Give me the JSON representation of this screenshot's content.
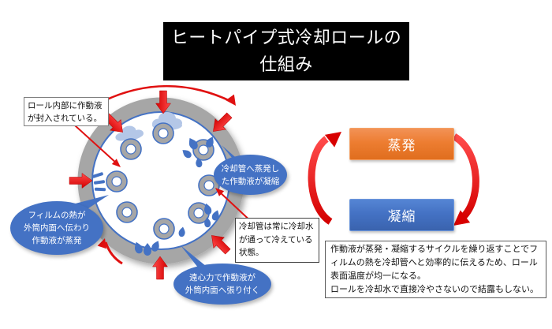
{
  "slide": {
    "title_lines": [
      "ヒートパイプ式冷却ロールの",
      "仕組み"
    ]
  },
  "roll_diagram": {
    "sealed_note_lines": [
      "ロール内部に作動液",
      "が封入されている。"
    ],
    "condense_bubble_lines": [
      "冷却管へ蒸発し",
      "た作動液が凝縮"
    ],
    "film_bubble_lines": [
      "フィルムの熱が",
      "外筒内面へ伝わり",
      "作動液が蒸発"
    ],
    "pipe_note_lines": [
      "冷却管は常に冷却水",
      "が通って冷えている",
      "状態。"
    ],
    "centrifugal_bubble_lines": [
      "遠心力で作動液が",
      "外筒内面へ張り付く"
    ],
    "icons": [
      "rotation-arrow-icon",
      "vapor-cloud-icon",
      "cooling-pipe-icon",
      "liquid-drop-icon",
      "vapor-dash-icon",
      "inward-arrow-icon",
      "pointer-arrow-icon",
      "cycle-arrow-icon"
    ]
  },
  "cycle": {
    "evaporation_label": "蒸発",
    "condensation_label": "凝縮"
  },
  "summary_note_lines": [
    "作動液が蒸発・凝縮するサイクルを繰り返すことでフ",
    "ィルムの熱を冷却管へと効率的に伝えるため、ロール",
    "表面温度が均一になる。",
    "ロールを冷却水で直接冷やさないので結露もしない。"
  ],
  "colors": {
    "accent_blue": "#4472C4",
    "accent_orange": "#ED7D31",
    "arrow_red": "#E31B1B",
    "roll_gray": "#A6A6A6",
    "cloud_light_blue": "#B4C7E7",
    "title_bg": "#000000"
  }
}
